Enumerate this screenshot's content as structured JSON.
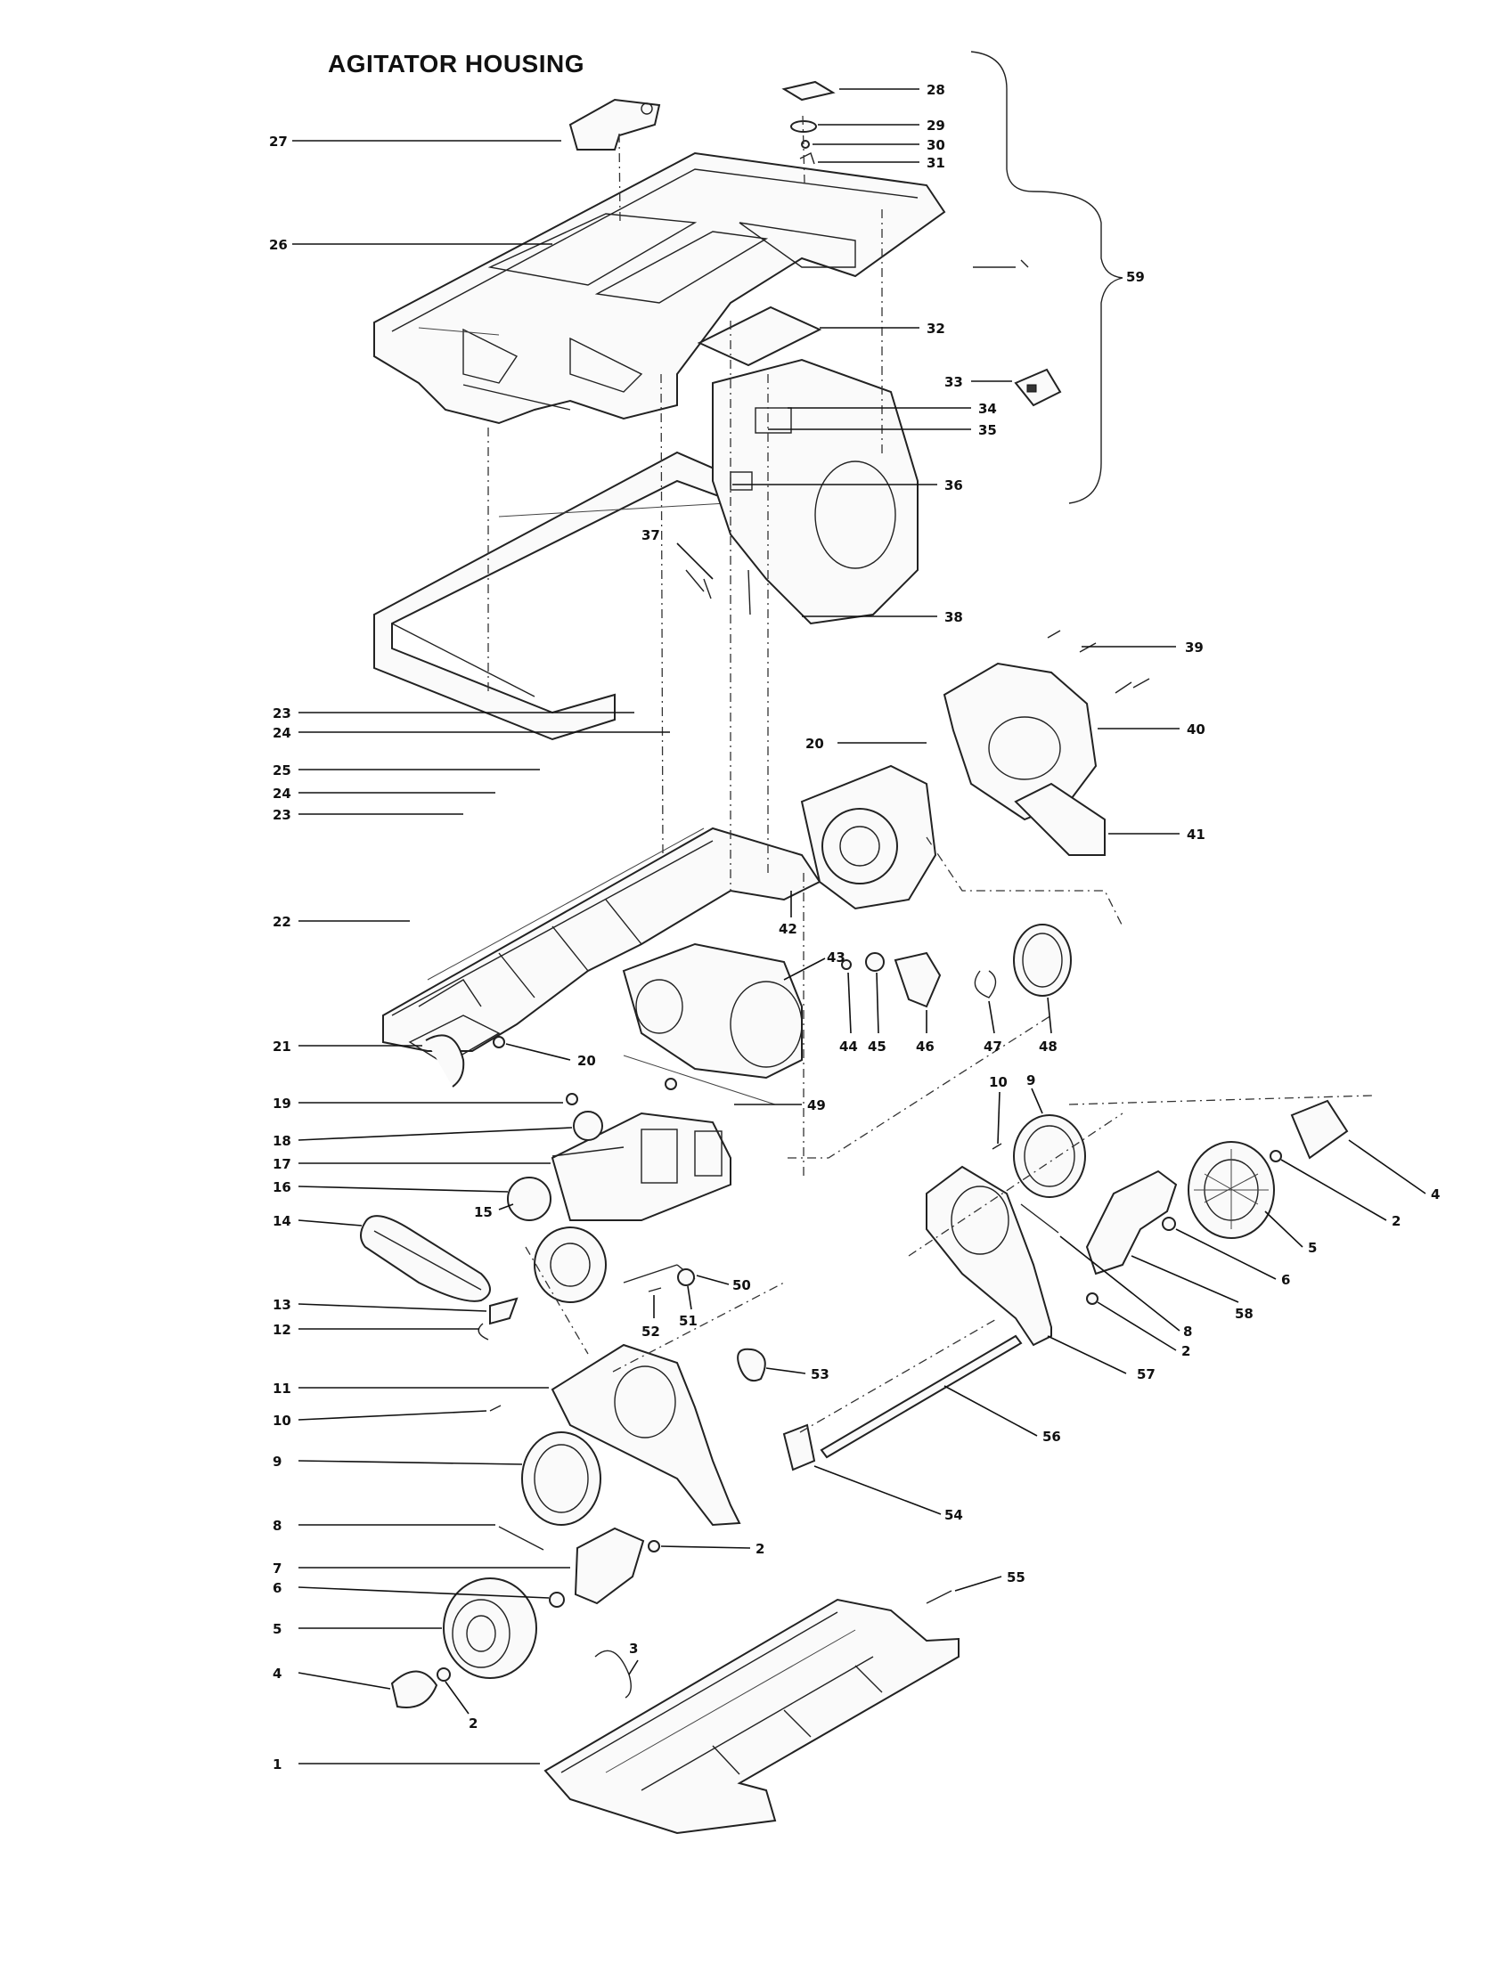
{
  "title": "AGITATOR HOUSING",
  "callouts": [
    {
      "id": "c27a",
      "text": "27"
    },
    {
      "id": "c28",
      "text": "28"
    },
    {
      "id": "c29",
      "text": "29"
    },
    {
      "id": "c30",
      "text": "30"
    },
    {
      "id": "c31",
      "text": "31"
    },
    {
      "id": "c26",
      "text": "26"
    },
    {
      "id": "c59",
      "text": "59"
    },
    {
      "id": "c32",
      "text": "32"
    },
    {
      "id": "c33",
      "text": "33"
    },
    {
      "id": "c34",
      "text": "34"
    },
    {
      "id": "c35",
      "text": "35"
    },
    {
      "id": "c36",
      "text": "36"
    },
    {
      "id": "c37",
      "text": "37"
    },
    {
      "id": "c38",
      "text": "38"
    },
    {
      "id": "c39",
      "text": "39"
    },
    {
      "id": "c40",
      "text": "40"
    },
    {
      "id": "c23a",
      "text": "23"
    },
    {
      "id": "c24a",
      "text": "24"
    },
    {
      "id": "c20a",
      "text": "20"
    },
    {
      "id": "c25",
      "text": "25"
    },
    {
      "id": "c24b",
      "text": "24"
    },
    {
      "id": "c23b",
      "text": "23"
    },
    {
      "id": "c41",
      "text": "41"
    },
    {
      "id": "c42",
      "text": "42"
    },
    {
      "id": "c22",
      "text": "22"
    },
    {
      "id": "c43",
      "text": "43"
    },
    {
      "id": "c44",
      "text": "44"
    },
    {
      "id": "c45",
      "text": "45"
    },
    {
      "id": "c46",
      "text": "46"
    },
    {
      "id": "c47",
      "text": "47"
    },
    {
      "id": "c48",
      "text": "48"
    },
    {
      "id": "c21",
      "text": "21"
    },
    {
      "id": "c20b",
      "text": "20"
    },
    {
      "id": "c19",
      "text": "19"
    },
    {
      "id": "c49",
      "text": "49"
    },
    {
      "id": "c10a",
      "text": "10"
    },
    {
      "id": "c9a",
      "text": "9"
    },
    {
      "id": "c18",
      "text": "18"
    },
    {
      "id": "c17",
      "text": "17"
    },
    {
      "id": "c16",
      "text": "16"
    },
    {
      "id": "c15",
      "text": "15"
    },
    {
      "id": "c14",
      "text": "14"
    },
    {
      "id": "c4a",
      "text": "4"
    },
    {
      "id": "c2a",
      "text": "2"
    },
    {
      "id": "c5a",
      "text": "5"
    },
    {
      "id": "c6a",
      "text": "6"
    },
    {
      "id": "c58",
      "text": "58"
    },
    {
      "id": "c8a",
      "text": "8"
    },
    {
      "id": "c2b",
      "text": "2"
    },
    {
      "id": "c57",
      "text": "57"
    },
    {
      "id": "c50",
      "text": "50"
    },
    {
      "id": "c13",
      "text": "13"
    },
    {
      "id": "c51",
      "text": "51"
    },
    {
      "id": "c12",
      "text": "12"
    },
    {
      "id": "c52",
      "text": "52"
    },
    {
      "id": "c53",
      "text": "53"
    },
    {
      "id": "c11",
      "text": "11"
    },
    {
      "id": "c10b",
      "text": "10"
    },
    {
      "id": "c56",
      "text": "56"
    },
    {
      "id": "c9b",
      "text": "9"
    },
    {
      "id": "c54",
      "text": "54"
    },
    {
      "id": "c8b",
      "text": "8"
    },
    {
      "id": "c2c",
      "text": "2"
    },
    {
      "id": "c7",
      "text": "7"
    },
    {
      "id": "c6b",
      "text": "6"
    },
    {
      "id": "c55",
      "text": "55"
    },
    {
      "id": "c5b",
      "text": "5"
    },
    {
      "id": "c3",
      "text": "3"
    },
    {
      "id": "c4b",
      "text": "4"
    },
    {
      "id": "c2d",
      "text": "2"
    },
    {
      "id": "c1",
      "text": "1"
    }
  ]
}
